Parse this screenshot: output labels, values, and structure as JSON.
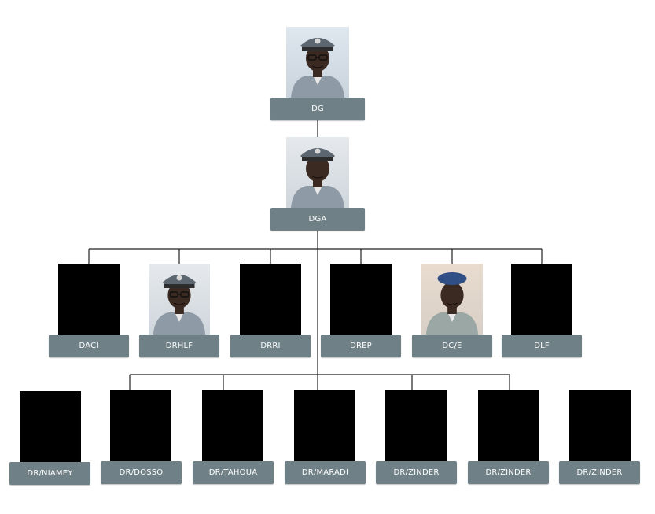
{
  "nodes": [
    {
      "id": "dg",
      "label": "DG",
      "photo": "portrait-man-cap-icon"
    },
    {
      "id": "dga",
      "label": "DGA",
      "photo": "portrait-woman-cap-icon"
    },
    {
      "id": "daci",
      "label": "DACI",
      "photo": "black-placeholder"
    },
    {
      "id": "drhlf",
      "label": "DRHLF",
      "photo": "portrait-woman-glasses-icon"
    },
    {
      "id": "drri",
      "label": "DRRI",
      "photo": "black-placeholder"
    },
    {
      "id": "drep",
      "label": "DREP",
      "photo": "black-placeholder"
    },
    {
      "id": "dce",
      "label": "DC/E",
      "photo": "portrait-man-beret-icon"
    },
    {
      "id": "dlf",
      "label": "DLF",
      "photo": "black-placeholder"
    },
    {
      "id": "dr-niamey",
      "label": "DR/NIAMEY",
      "photo": "black-placeholder"
    },
    {
      "id": "dr-dosso",
      "label": "DR/DOSSO",
      "photo": "black-placeholder"
    },
    {
      "id": "dr-tahoua",
      "label": "DR/TAHOUA",
      "photo": "black-placeholder"
    },
    {
      "id": "dr-maradi",
      "label": "DR/MARADI",
      "photo": "black-placeholder"
    },
    {
      "id": "dr-zinder-1",
      "label": "DR/ZINDER",
      "photo": "black-placeholder"
    },
    {
      "id": "dr-zinder-2",
      "label": "DR/ZINDER",
      "photo": "black-placeholder"
    },
    {
      "id": "dr-zinder-3",
      "label": "DR/ZINDER",
      "photo": "black-placeholder"
    }
  ],
  "colors": {
    "label_bg": "#6f8086",
    "label_text": "#ffffff",
    "connector": "#222222",
    "placeholder": "#000000"
  }
}
